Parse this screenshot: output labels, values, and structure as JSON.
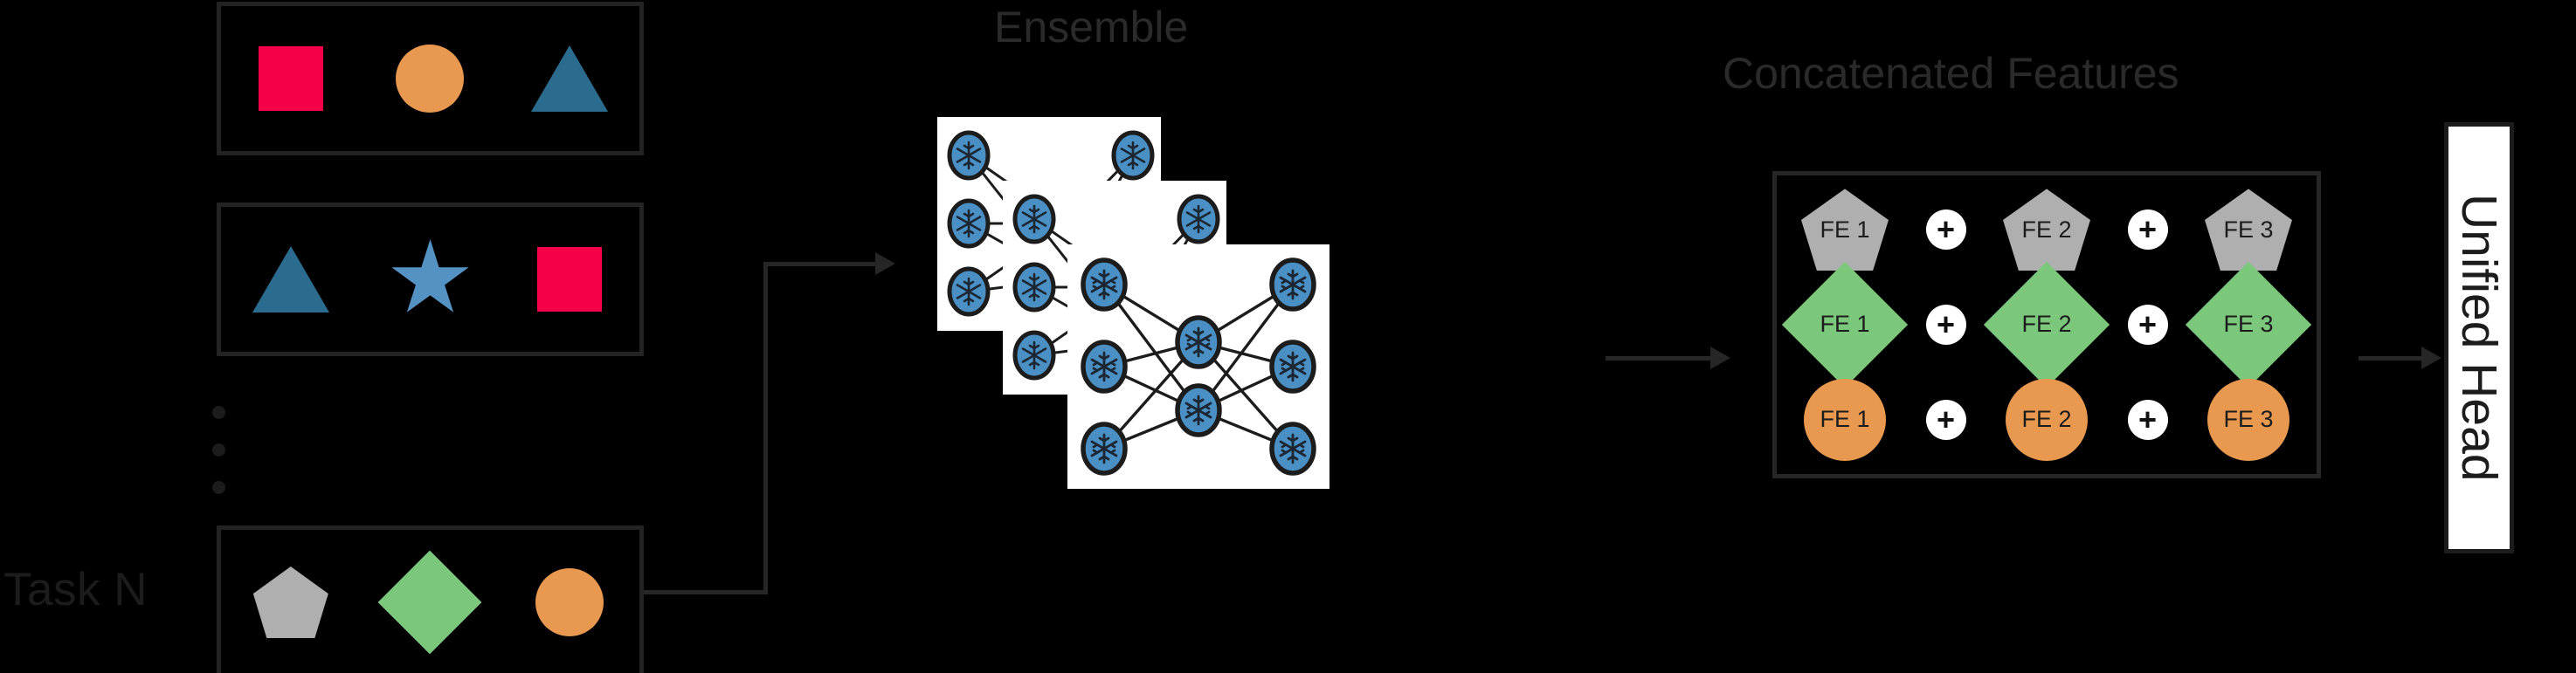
{
  "background_color": "#000000",
  "colors": {
    "crimson": "#F50048",
    "orange": "#E8994F",
    "teal_blue": "#2B6B8E",
    "light_blue": "#5592C4",
    "gray": "#AFAFAF",
    "green": "#7BC87C",
    "node_blue": "#4A90C4",
    "outline": "#232323",
    "card_white": "#FFFFFF",
    "title_gray": "#2A2A2A"
  },
  "left_panel": {
    "task_label": "Task N",
    "ellipsis_dots": 3,
    "task_boxes": [
      {
        "name": "task-box-1",
        "shapes": [
          {
            "icon": "square-shape",
            "color": "#F50048"
          },
          {
            "icon": "circle-shape",
            "color": "#E8994F"
          },
          {
            "icon": "triangle-shape",
            "color": "#2B6B8E"
          }
        ]
      },
      {
        "name": "task-box-2",
        "shapes": [
          {
            "icon": "triangle-shape",
            "color": "#2B6B8E"
          },
          {
            "icon": "star-shape",
            "color": "#5592C4"
          },
          {
            "icon": "square-shape",
            "color": "#F50048"
          }
        ]
      },
      {
        "name": "task-box-3",
        "shapes": [
          {
            "icon": "pentagon-shape",
            "color": "#AFAFAF"
          },
          {
            "icon": "diamond-shape",
            "color": "#7BC87C"
          },
          {
            "icon": "circle-shape",
            "color": "#E8994F"
          }
        ]
      }
    ]
  },
  "ensemble": {
    "title": "Ensemble",
    "card_count": 3,
    "node_icon": "snowflake-icon",
    "network": {
      "input_nodes": 3,
      "hidden_nodes": 2,
      "output_nodes": 3
    }
  },
  "concatenated_features": {
    "title": "Concatenated Features",
    "plus_symbol": "+",
    "rows": [
      {
        "shape": "pentagon",
        "color": "#AFAFAF",
        "items": [
          "FE 1",
          "FE 2",
          "FE 3"
        ]
      },
      {
        "shape": "diamond",
        "color": "#7BC87C",
        "items": [
          "FE 1",
          "FE 2",
          "FE 3"
        ]
      },
      {
        "shape": "circle",
        "color": "#E8994F",
        "items": [
          "FE 1",
          "FE 2",
          "FE 3"
        ]
      }
    ]
  },
  "unified_head": {
    "label": "Unified Head"
  },
  "arrows": [
    {
      "name": "arrow-tasks-to-ensemble"
    },
    {
      "name": "arrow-ensemble-to-concat"
    },
    {
      "name": "arrow-concat-to-head"
    }
  ]
}
